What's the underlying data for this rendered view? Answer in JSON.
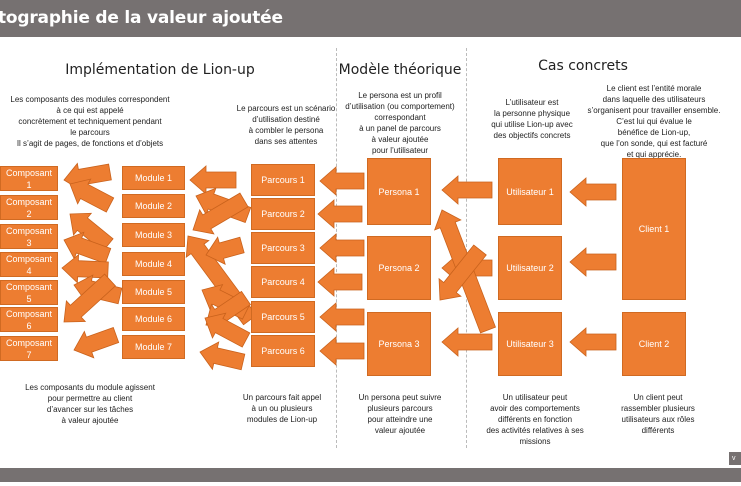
{
  "title": "tographie de la valeur ajoutée",
  "corner_label": "v",
  "sections": {
    "implementation": "Implémentation de Lion-up",
    "theorique": "Modèle théorique",
    "concrets": "Cas concrets"
  },
  "descriptions": {
    "composants": "Les composants des modules correspondent\nà ce qui est appelé\nconcrètement et techniquement pendant\nle parcours\nIl s’agit de pages, de fonctions et d’objets",
    "parcours": "Le parcours est un scénario\nd’utilisation destiné\nà combler le persona\ndans ses attentes",
    "persona": "Le persona est un profil\nd’utilisation (ou comportement)\ncorrespondant\nà un panel de parcours\nà valeur ajoutée\npour l’utilisateur",
    "utilisateur": "L’utilisateur est\nla personne physique\nqui utilise Lion-up avec\ndes objectifs concrets",
    "client": "Le client est l’entité morale\ndans laquelle des utilisateurs\ns’organisent pour travailler ensemble.\nC’est lui qui évalue le\nbénéfice de Lion-up,\nque l’on sonde, qui est facturé\net qui apprécie."
  },
  "footnotes": {
    "composants": "Les composants du module agissent\npour permettre au client\nd’avancer sur les tâches\nà valeur ajoutée",
    "parcours": "Un parcours fait appel\nà un ou plusieurs\nmodules de Lion-up",
    "persona": "Un persona peut suivre\nplusieurs parcours\npour atteindre une\nvaleur ajoutée",
    "utilisateur": "Un utilisateur peut\navoir des comportements\ndifférents en fonction\ndes activités relatives à ses\nmissions",
    "client": "Un client peut\nrassembler plusieurs\nutilisateurs aux rôles\ndifférents"
  },
  "composants": [
    "Composant\n1",
    "Composant\n2",
    "Composant\n3",
    "Composant\n4",
    "Composant\n5",
    "Composant\n6",
    "Composant\n7"
  ],
  "modules": [
    "Module 1",
    "Module 2",
    "Module 3",
    "Module 4",
    "Module 5",
    "Module 6",
    "Module 7"
  ],
  "parcours": [
    "Parcours 1",
    "Parcours 2",
    "Parcours 3",
    "Parcours 4",
    "Parcours 5",
    "Parcours 6"
  ],
  "personas": [
    "Persona 1",
    "Persona 2",
    "Persona 3"
  ],
  "utilisateurs": [
    "Utilisateur 1",
    "Utilisateur 2",
    "Utilisateur 3"
  ],
  "clients": [
    "Client 1",
    "Client 2"
  ],
  "colors": {
    "accent": "#ED7D31",
    "bar": "#767171"
  }
}
